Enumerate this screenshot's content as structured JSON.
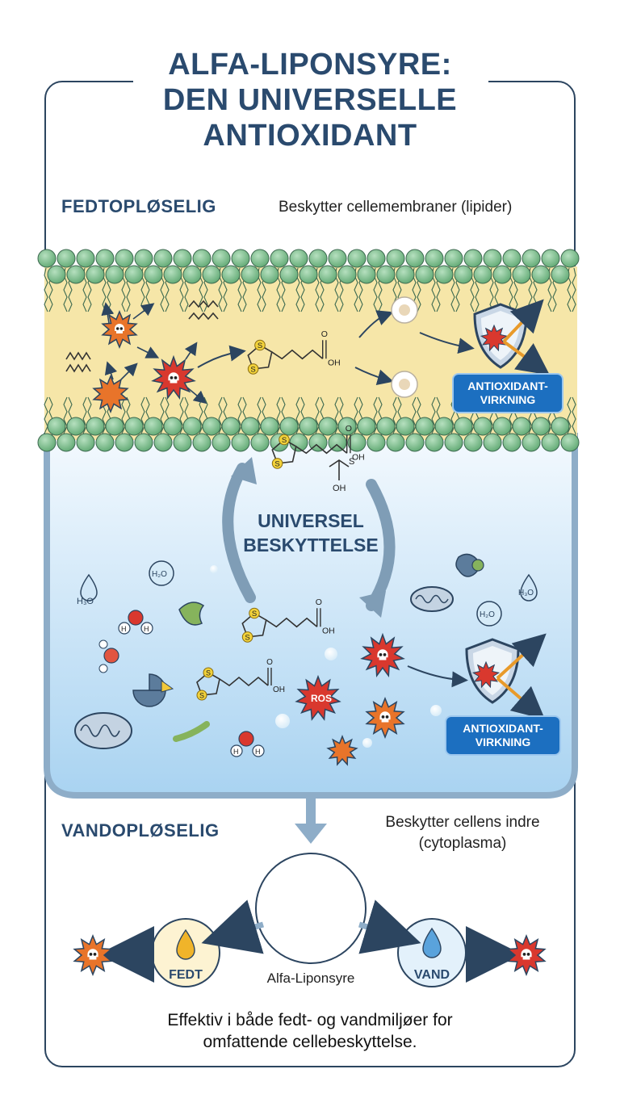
{
  "title": {
    "line1": "ALFA-LIPONSYRE:",
    "line2": "DEN UNIVERSELLE",
    "line3": "ANTIOXIDANT"
  },
  "fat_section": {
    "heading": "FEDTOPLØSELIG",
    "description": "Beskytter cellemembraner (lipider)"
  },
  "water_section": {
    "heading": "VANDOPLØSELIG",
    "description_line1": "Beskytter cellens indre",
    "description_line2": "(cytoplasma)"
  },
  "center_label": {
    "line1": "UNIVERSEL",
    "line2": "BESKYTTELSE"
  },
  "badges": {
    "membrane_line1": "ANTIOXIDANT-",
    "membrane_line2": "VIRKNING",
    "cytoplasm_line1": "ANTIOXIDANT-",
    "cytoplasm_line2": "VIRKNING"
  },
  "molecule": {
    "sulfur": "S",
    "hydroxyl": "OH",
    "oxygen": "O"
  },
  "labels": {
    "ros": "ROS",
    "water": "H₃O",
    "water_alt": "H₂O",
    "hydrogen": "H"
  },
  "bottom": {
    "fat_label": "FEDT",
    "water_label": "VAND",
    "molecule_label": "Alfa-Liponsyre",
    "summary_line1": "Effektiv i både fedt- og vandmiljøer for",
    "summary_line2": "omfattende cellebeskyttelse."
  },
  "colors": {
    "title": "#2a4a6e",
    "membrane_head": "#7fc08d",
    "membrane_band": "#f6e6a8",
    "cytoplasm": "#cfe6f7",
    "badge": "#1c6fc0",
    "radical": "#e8742a",
    "radical_red": "#d9382e",
    "sulfur": "#f2d23a"
  },
  "icons": [
    "skull-icon",
    "shield-icon",
    "droplet-icon",
    "mitochondrion-icon",
    "arrow-icon"
  ]
}
